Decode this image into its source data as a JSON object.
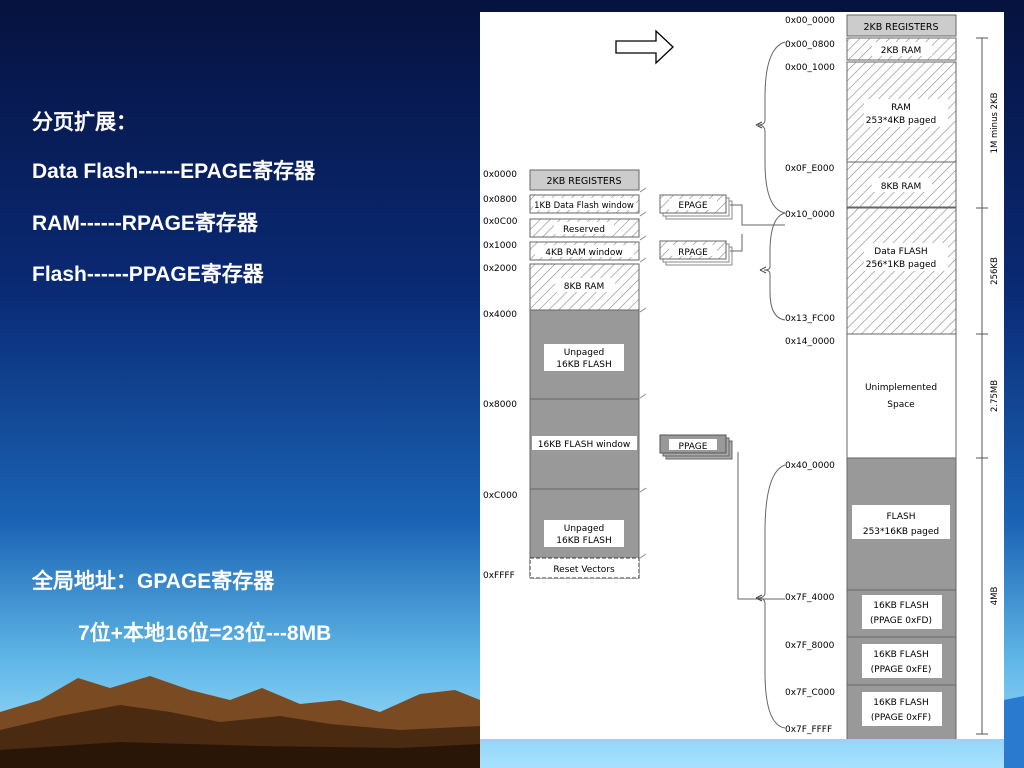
{
  "left_text": {
    "heading": "分页扩展：",
    "lines": [
      "Data Flash------EPAGE寄存器",
      "RAM------RPAGE寄存器",
      "Flash------PPAGE寄存器"
    ],
    "global_title": "全局地址：GPAGE寄存器",
    "global_detail": "7位+本地16位=23位---8MB"
  },
  "local_map": {
    "addresses": [
      "0x0000",
      "0x0800",
      "0x0C00",
      "0x1000",
      "0x2000",
      "0x4000",
      "0x8000",
      "0xC000",
      "0xFFFF"
    ],
    "blocks": {
      "registers": "2KB REGISTERS",
      "dflash_window": "1KB Data Flash window",
      "reserved": "Reserved",
      "ram_window": "4KB RAM window",
      "ram8": "8KB RAM",
      "unpaged1_l1": "Unpaged",
      "unpaged1_l2": "16KB FLASH",
      "flash_window": "16KB FLASH window",
      "unpaged2_l1": "Unpaged",
      "unpaged2_l2": "16KB FLASH",
      "reset": "Reset Vectors"
    }
  },
  "page_regs": {
    "epage": "EPAGE",
    "rpage": "RPAGE",
    "ppage": "PPAGE"
  },
  "global_map": {
    "addresses": [
      "0x00_0000",
      "0x00_0800",
      "0x00_1000",
      "0x0F_E000",
      "0x10_0000",
      "0x13_FC00",
      "0x14_0000",
      "0x40_0000",
      "0x7F_4000",
      "0x7F_8000",
      "0x7F_C000",
      "0x7F_FFFF"
    ],
    "blocks": {
      "registers": "2KB REGISTERS",
      "ram2": "2KB RAM",
      "ram_paged_l1": "RAM",
      "ram_paged_l2": "253*4KB paged",
      "ram8": "8KB RAM",
      "dflash_l1": "Data FLASH",
      "dflash_l2": "256*1KB paged",
      "unimpl_l1": "Unimplemented",
      "unimpl_l2": "Space",
      "flash_l1": "FLASH",
      "flash_l2": "253*16KB paged",
      "fd_l1": "16KB FLASH",
      "fd_l2": "(PPAGE 0xFD)",
      "fe_l1": "16KB FLASH",
      "fe_l2": "(PPAGE 0xFE)",
      "ff_l1": "16KB FLASH",
      "ff_l2": "(PPAGE 0xFF)"
    },
    "ranges": [
      "1M minus 2KB",
      "256KB",
      "2.75MB",
      "4MB"
    ]
  },
  "colors": {
    "accent_white": "#ffffff",
    "flash_gray": "#999999",
    "reg_gray": "#cccccc"
  }
}
